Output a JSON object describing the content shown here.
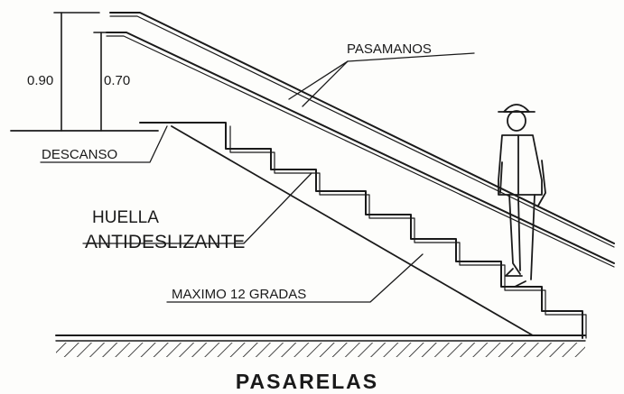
{
  "diagram": {
    "title": "PASARELAS",
    "labels": {
      "height_090": "0.90",
      "height_070": "0.70",
      "pasamanos": "PASAMANOS",
      "descanso": "DESCANSO",
      "huella": "HUELLA",
      "antideslizante": "ANTIDESLIZANTE",
      "maximo_gradas": "MAXIMO 12 GRADAS"
    },
    "colors": {
      "ink": "#1a1a1a",
      "paper": "#fdfdfb"
    }
  }
}
